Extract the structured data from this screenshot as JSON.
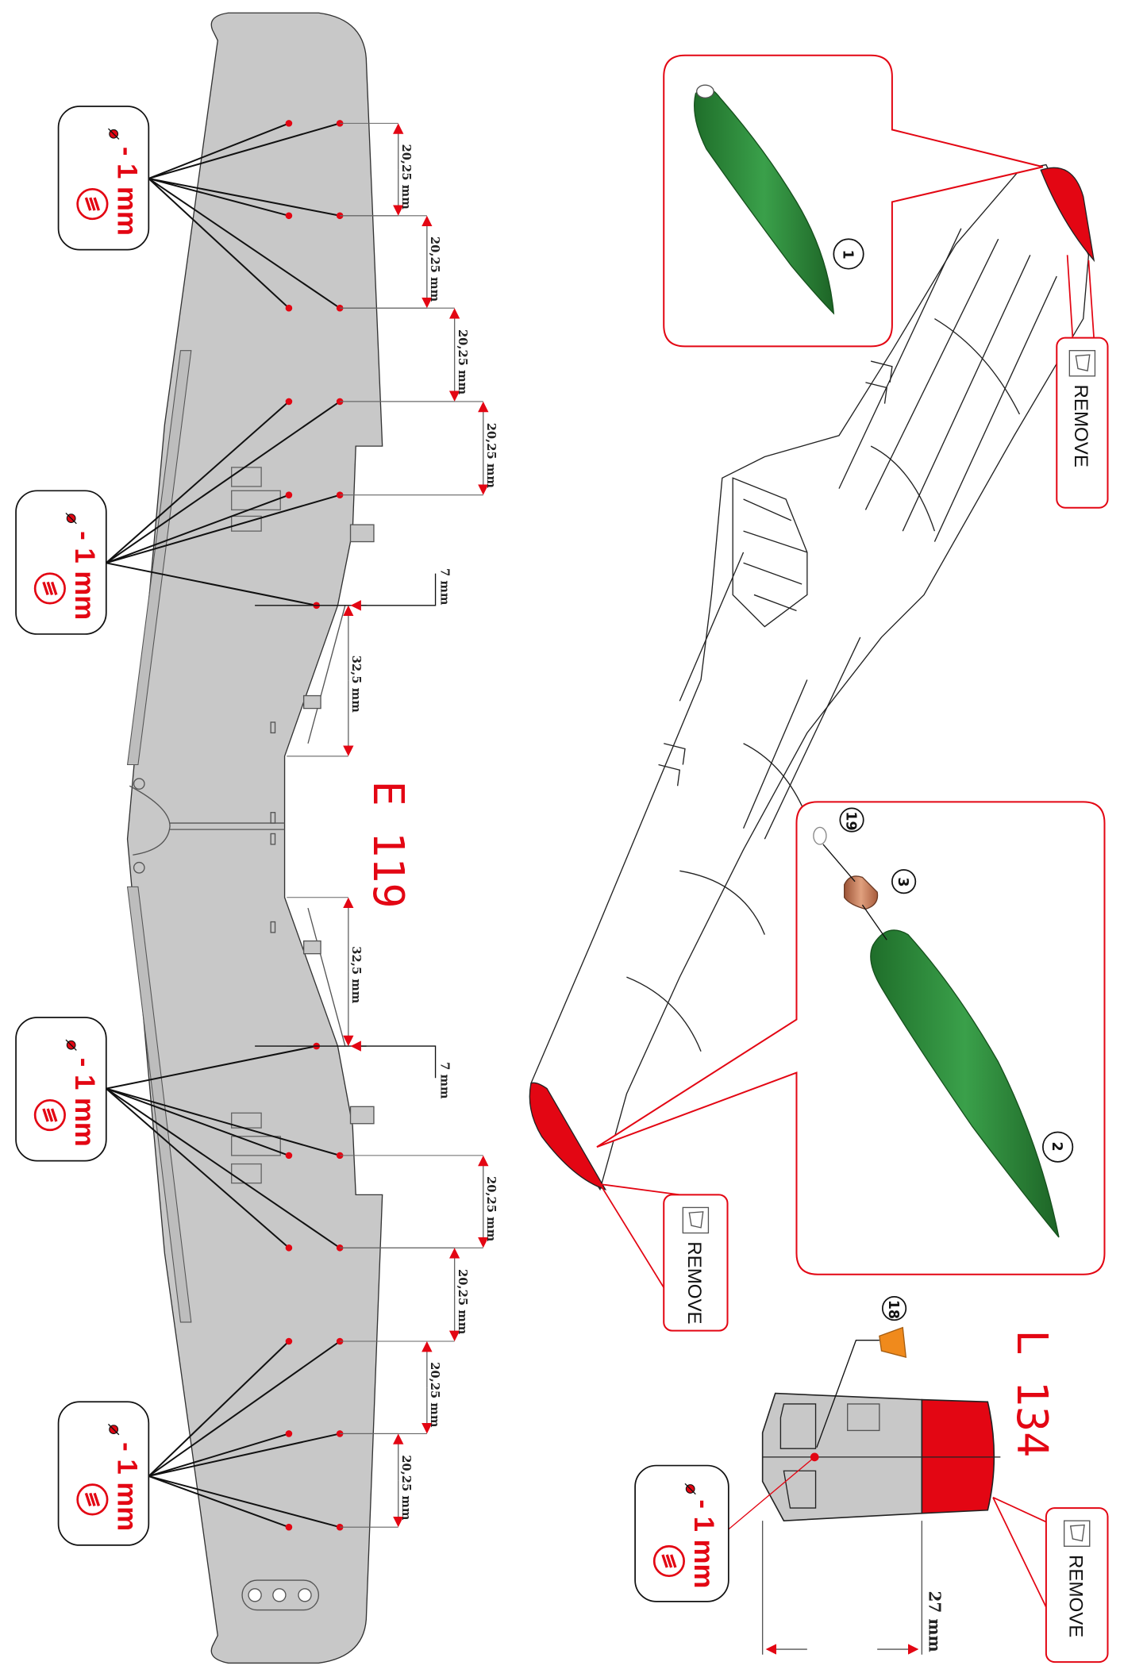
{
  "colors": {
    "accent_red": "#e30613",
    "wing_gray": "#c8c8c8",
    "part_green": "#2e8b3a",
    "part_copper": "#c77a55",
    "part_orange": "#f08a1c",
    "line": "#1a1a1a"
  },
  "wing_part": {
    "code": "E 119",
    "drill_callouts": [
      {
        "symbol": "drill-icon",
        "text": "- 1 mm",
        "tool": "hatched-circle-icon"
      },
      {
        "symbol": "drill-icon",
        "text": "- 1 mm",
        "tool": "hatched-circle-icon"
      },
      {
        "symbol": "drill-icon",
        "text": "- 1 mm",
        "tool": "hatched-circle-icon"
      },
      {
        "symbol": "drill-icon",
        "text": "- 1 mm",
        "tool": "hatched-circle-icon"
      }
    ],
    "dimensions": {
      "top_spacings": [
        "20,25 mm",
        "20,25 mm",
        "20,25 mm",
        "20,25 mm"
      ],
      "upper_offset": "7 mm",
      "upper_center": "32,5 mm",
      "lower_center": "32,5 mm",
      "lower_offset": "7 mm",
      "bottom_spacings": [
        "20,25 mm",
        "20,25 mm",
        "20,25 mm",
        "20,25 mm"
      ]
    }
  },
  "assembly": {
    "part_numbers": {
      "tip_tank_left": "1",
      "tip_tank_right": "2",
      "cone": "3",
      "lens": "19",
      "nozzle": "18"
    },
    "remove_labels": [
      "REMOVE",
      "REMOVE",
      "REMOVE"
    ]
  },
  "tail_part": {
    "code": "L 134",
    "drill_callout": {
      "symbol": "drill-icon",
      "text": "- 1 mm",
      "tool": "hatched-circle-icon"
    },
    "dimension": "27 mm"
  }
}
